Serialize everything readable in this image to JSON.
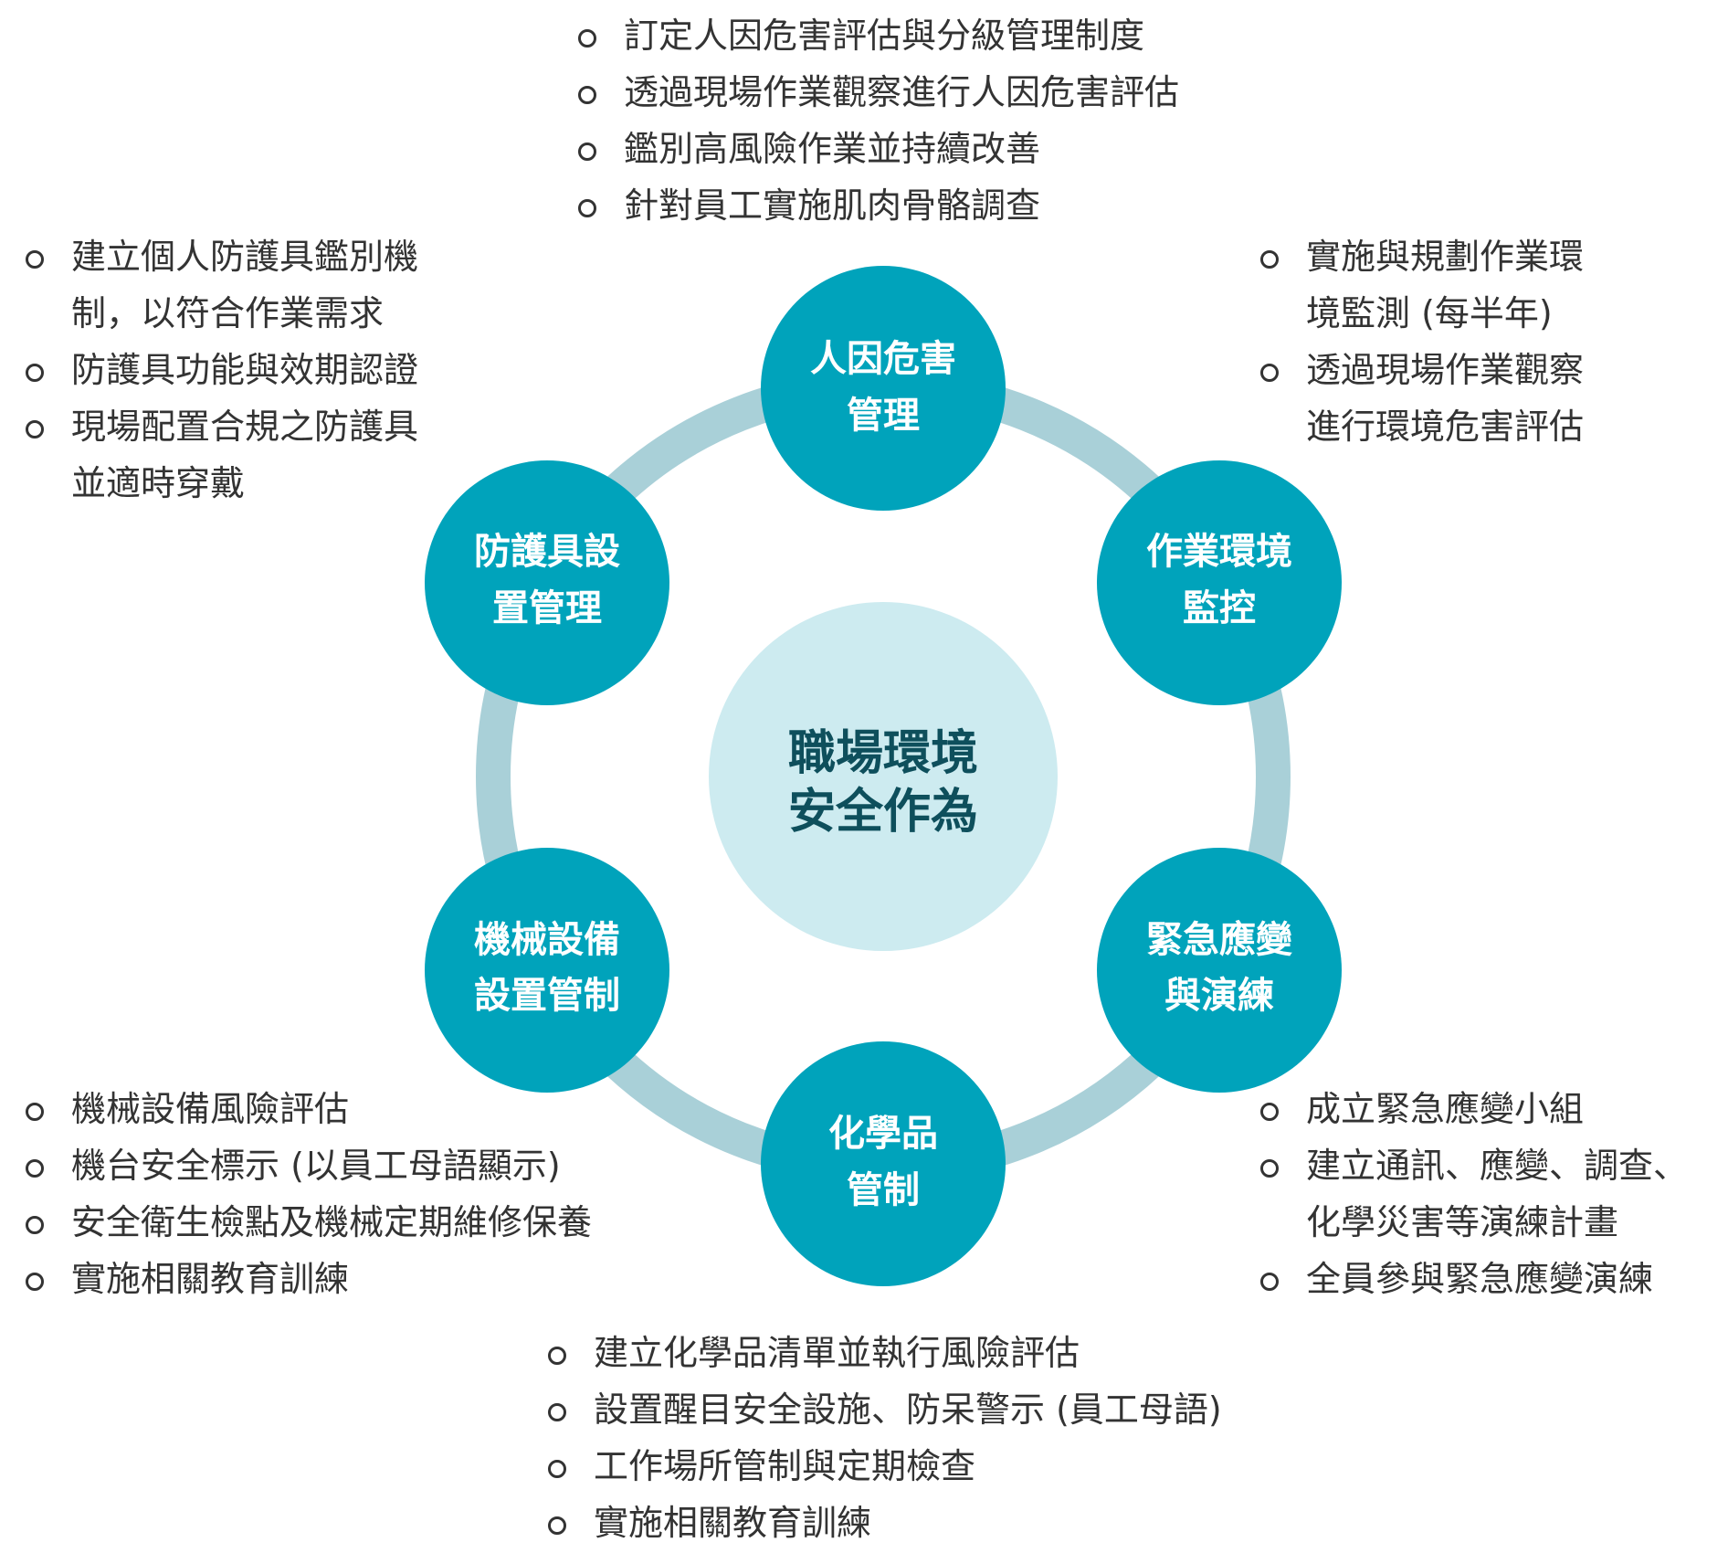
{
  "colors": {
    "node_fill": "#00a3bb",
    "center_fill": "#cdebf0",
    "center_text": "#0e4f5c",
    "ring": "#a9d0d8",
    "node_text": "#ffffff",
    "body_text": "#333333"
  },
  "center": {
    "line1": "職場環境",
    "line2": "安全作為"
  },
  "nodes": [
    {
      "id": "human-factors",
      "line1": "人因危害",
      "line2": "管理"
    },
    {
      "id": "work-environment",
      "line1": "作業環境",
      "line2": "監控"
    },
    {
      "id": "emergency",
      "line1": "緊急應變",
      "line2": "與演練"
    },
    {
      "id": "chemicals",
      "line1": "化學品",
      "line2": "管制"
    },
    {
      "id": "machinery",
      "line1": "機械設備",
      "line2": "設置管制"
    },
    {
      "id": "protective-gear",
      "line1": "防護具設",
      "line2": "置管理"
    }
  ],
  "lists": {
    "human_factors": [
      "訂定人因危害評估與分級管理制度",
      "透過現場作業觀察進行人因危害評估",
      "鑑別高風險作業並持續改善",
      "針對員工實施肌肉骨骼調查"
    ],
    "work_environment": [
      "實施與規劃作業環\n境監測 (每半年)",
      "透過現場作業觀察\n進行環境危害評估"
    ],
    "emergency": [
      "成立緊急應變小組",
      "建立通訊、應變、調查、\n化學災害等演練計畫",
      "全員參與緊急應變演練"
    ],
    "chemicals": [
      "建立化學品清單並執行風險評估",
      "設置醒目安全設施、防呆警示 (員工母語)",
      "工作場所管制與定期檢查",
      "實施相關教育訓練"
    ],
    "machinery": [
      "機械設備風險評估",
      "機台安全標示 (以員工母語顯示)",
      "安全衛生檢點及機械定期維修保養",
      "實施相關教育訓練"
    ],
    "protective_gear": [
      "建立個人防護具鑑別機\n制，以符合作業需求",
      "防護具功能與效期認證",
      "現場配置合規之防護具\n並適時穿戴"
    ]
  }
}
